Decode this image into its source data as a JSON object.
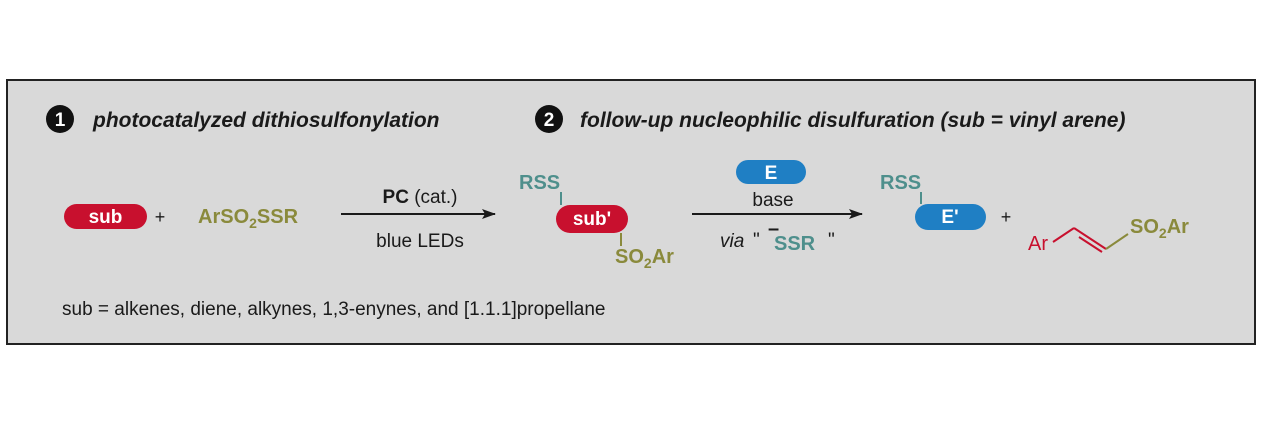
{
  "colors": {
    "panel_bg": "#d9d9d9",
    "border": "#222222",
    "red": "#c8102e",
    "olive": "#8a8a3c",
    "teal": "#4e8f8c",
    "blue": "#1f7fc4",
    "text": "#1a1a1a"
  },
  "step1": {
    "number": "1",
    "title": "photocatalyzed dithiosulfonylation"
  },
  "step2": {
    "number": "2",
    "title": "follow-up nucleophilic disulfuration (sub = vinyl arene)"
  },
  "reaction1": {
    "substrate": "sub",
    "plus": "+",
    "reagent_prefix": "ArSO",
    "reagent_sub": "2",
    "reagent_suffix": "SSR",
    "arrow_above_bold": "PC",
    "arrow_above_normal": " (cat.)",
    "arrow_below": "blue LEDs"
  },
  "intermediate": {
    "top_group": "RSS",
    "core": "sub'",
    "bottom_prefix": "SO",
    "bottom_sub": "2",
    "bottom_suffix": "Ar"
  },
  "reaction2": {
    "reagent": "E",
    "arrow_above": "base",
    "via": "via",
    "quote_open": "\"",
    "anion_sign": "–",
    "anion": "SSR",
    "quote_close": "\""
  },
  "product1": {
    "top_group": "RSS",
    "core": "E'"
  },
  "product2": {
    "plus": "+",
    "aryl": "Ar",
    "sulfonyl_prefix": "SO",
    "sulfonyl_sub": "2",
    "sulfonyl_suffix": "Ar"
  },
  "footnote": "sub = alkenes, diene, alkynes, 1,3-enynes, and [1.1.1]propellane"
}
